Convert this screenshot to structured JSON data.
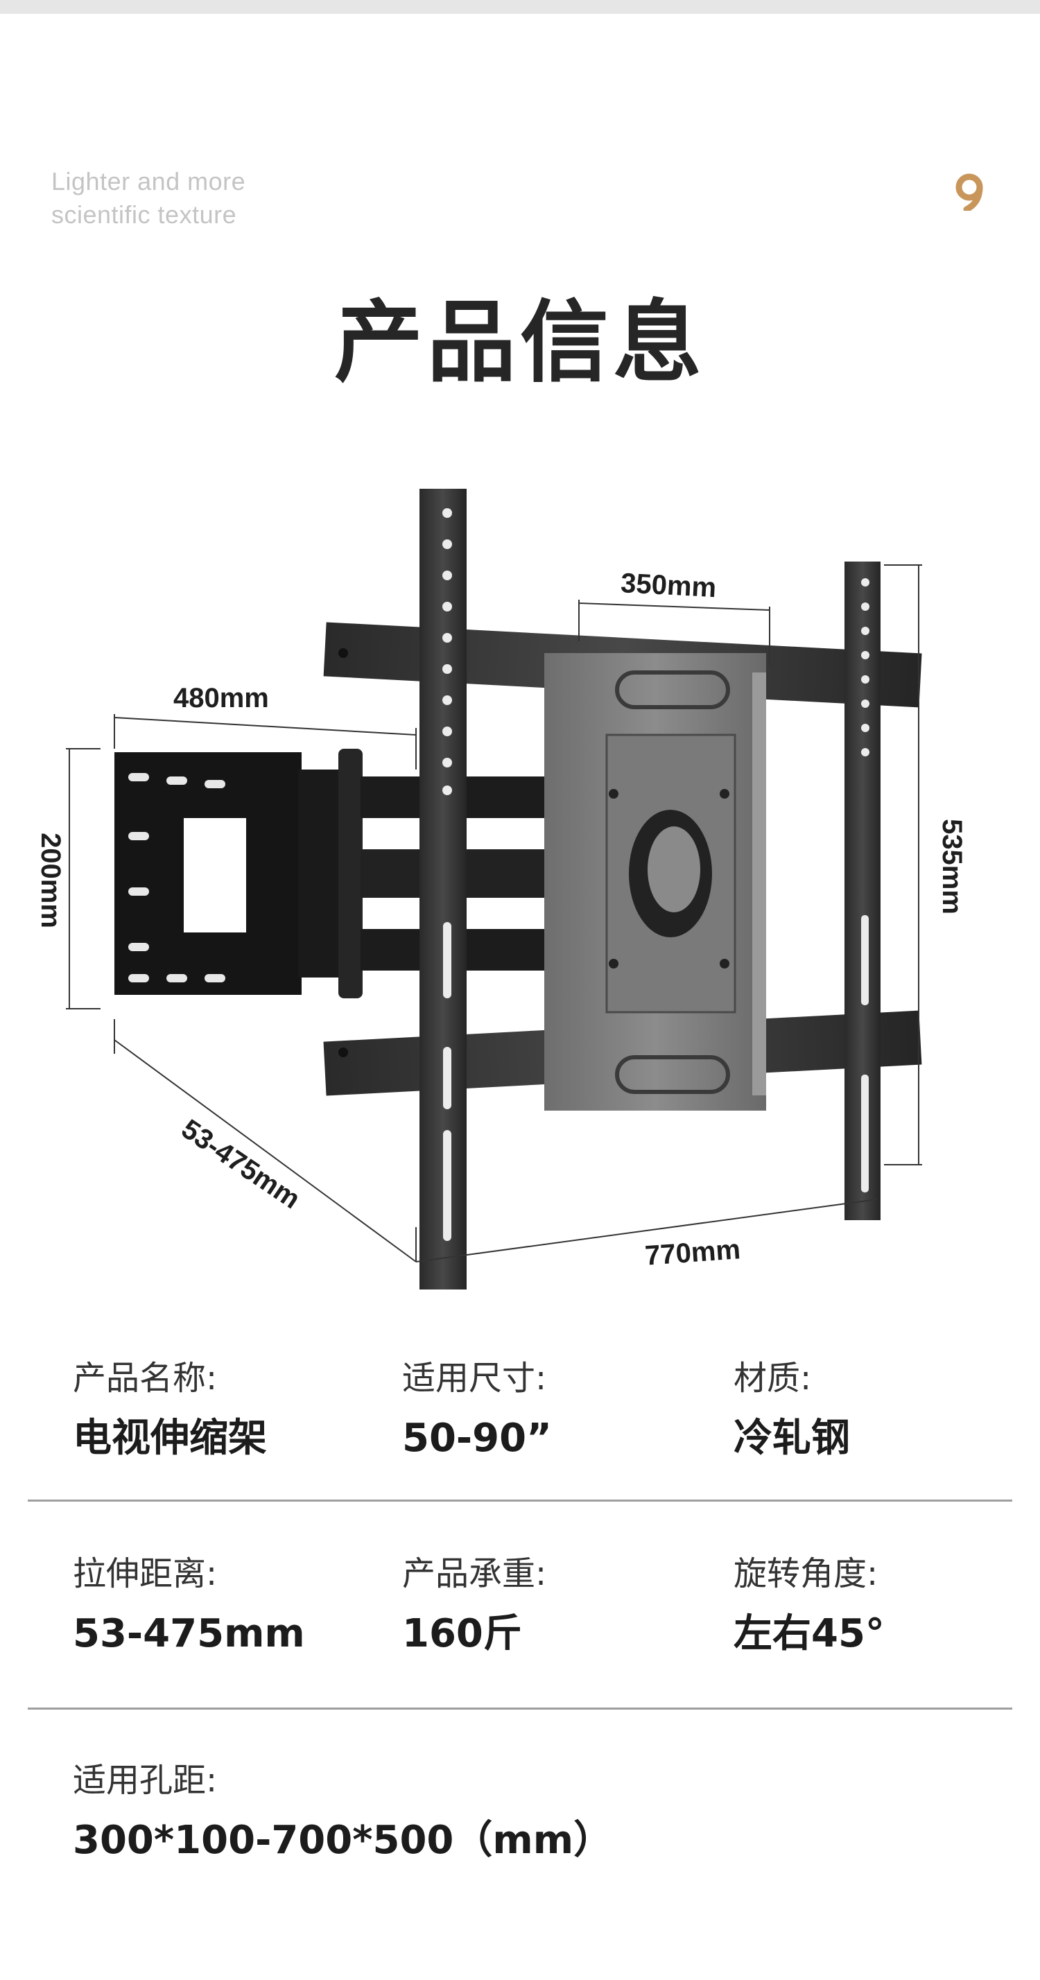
{
  "tagline": {
    "line1": "Lighter and more",
    "line2": "scientific texture"
  },
  "brand": {
    "logo_icon": "gold-ring-logo-icon",
    "accent_color": "#c8955b"
  },
  "page_title": "产品信息",
  "diagram": {
    "dimensions": {
      "vesa_width": "350mm",
      "arm_width": "480mm",
      "arm_height": "200mm",
      "vesa_height": "535mm",
      "extension": "53-475mm",
      "total_width": "770mm"
    }
  },
  "specs": {
    "row1": [
      {
        "label": "产品名称:",
        "value": "电视伸缩架"
      },
      {
        "label": "适用尺寸:",
        "value": "50-90”"
      },
      {
        "label": "材质:",
        "value": "冷轧钢"
      }
    ],
    "row2": [
      {
        "label": "拉伸距离:",
        "value": "53-475mm"
      },
      {
        "label": "产品承重:",
        "value": "160斤"
      },
      {
        "label": "旋转角度:",
        "value": "左右45°"
      }
    ],
    "row3": [
      {
        "label": "适用孔距:",
        "value": "300*100-700*500（mm）"
      }
    ]
  }
}
